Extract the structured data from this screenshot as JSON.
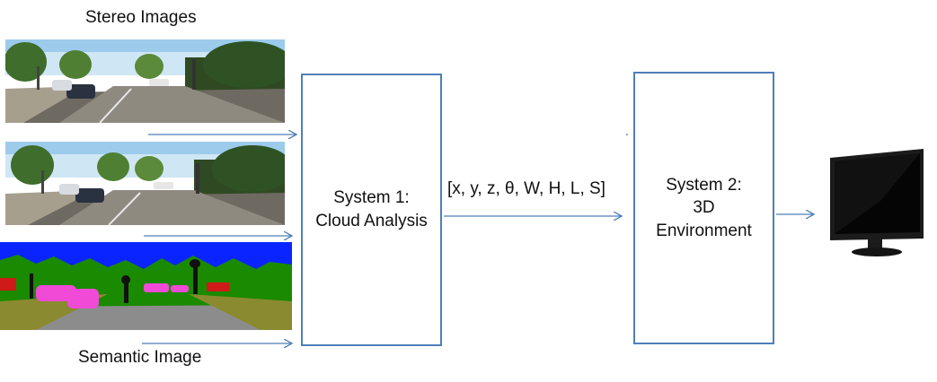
{
  "diagram": {
    "stereo_label": "Stereo Images",
    "semantic_label": "Semantic Image",
    "system1": {
      "line1": "System 1:",
      "line2": "Cloud Analysis"
    },
    "system2": {
      "line1": "System 2:",
      "line2": "3D",
      "line3": "Environment"
    },
    "data_vector": "[x, y, z, θ, W, H, L, S]"
  },
  "colors": {
    "arrow": "#4f7fb8",
    "box_border": "#4f7fb8",
    "sky": "#0a24ff",
    "vegetation": "#1a8a00",
    "road": "#8c8c8c",
    "sidewalk": "#8a8a30",
    "car": "#f04ad6",
    "building": "#d01a1a"
  }
}
